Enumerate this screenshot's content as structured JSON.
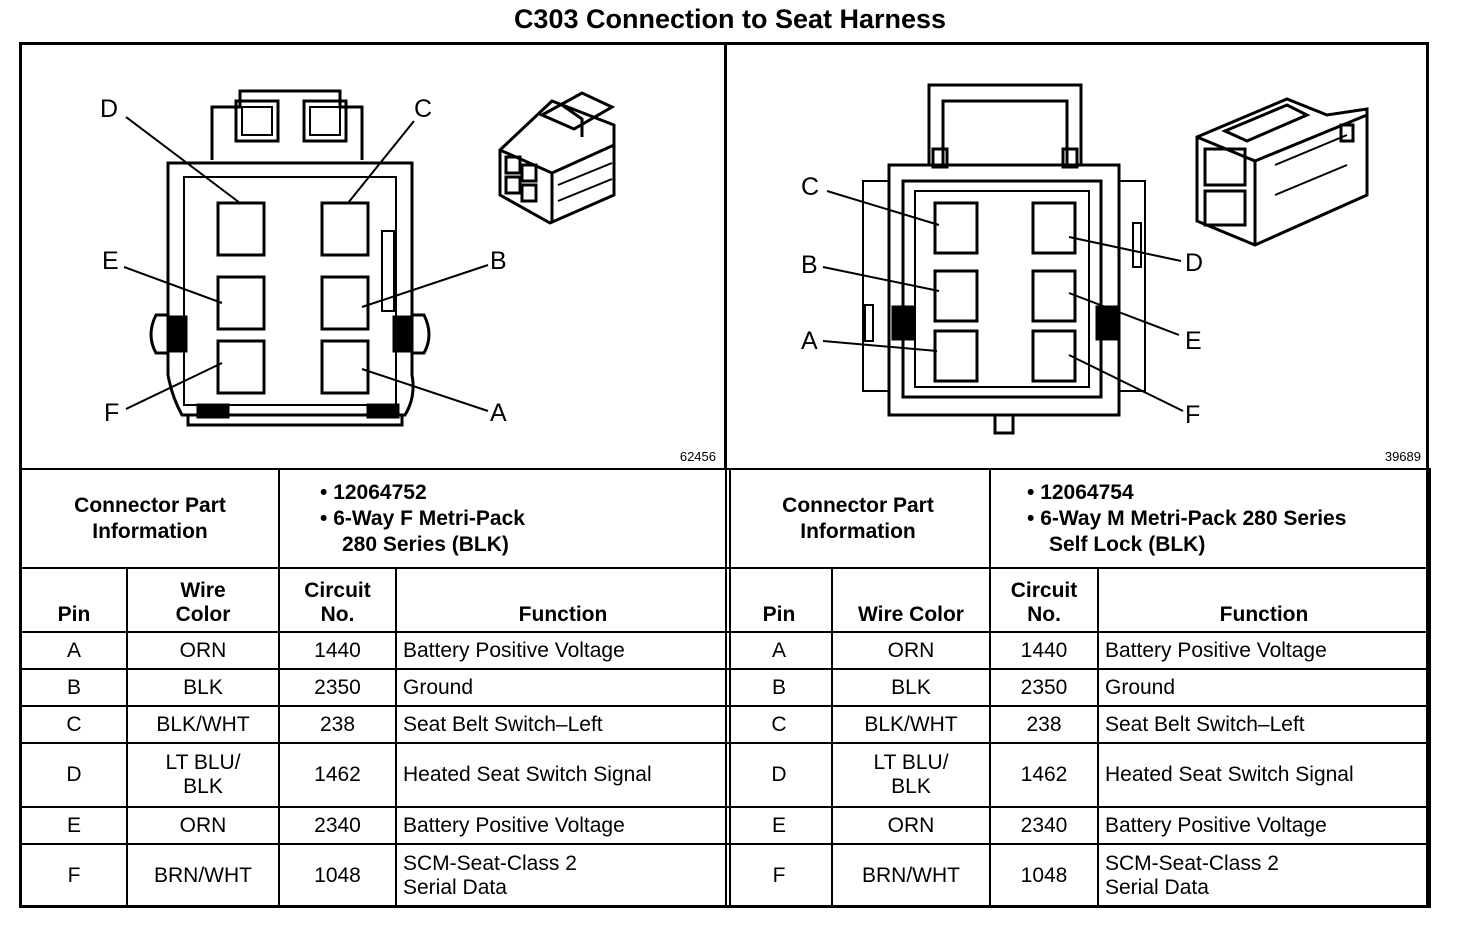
{
  "title": "C303 Connection to Seat Harness",
  "left": {
    "figure_number": "62456",
    "pin_labels": [
      "A",
      "B",
      "C",
      "D",
      "E",
      "F"
    ],
    "part_label_line1": "Connector Part",
    "part_label_line2": "Information",
    "part_number": "12064752",
    "part_desc_line1": "6-Way F Metri-Pack",
    "part_desc_line2": "280 Series (BLK)",
    "headers": {
      "pin": "Pin",
      "wire_line1": "Wire",
      "wire_line2": "Color",
      "circuit_line1": "Circuit",
      "circuit_line2": "No.",
      "function": "Function"
    },
    "rows": [
      {
        "pin": "A",
        "wire1": "ORN",
        "wire2": "",
        "circuit": "1440",
        "func1": "Battery Positive Voltage",
        "func2": ""
      },
      {
        "pin": "B",
        "wire1": "BLK",
        "wire2": "",
        "circuit": "2350",
        "func1": "Ground",
        "func2": ""
      },
      {
        "pin": "C",
        "wire1": "BLK/WHT",
        "wire2": "",
        "circuit": "238",
        "func1": "Seat Belt Switch–Left",
        "func2": ""
      },
      {
        "pin": "D",
        "wire1": "LT BLU/",
        "wire2": "BLK",
        "circuit": "1462",
        "func1": "Heated Seat Switch Signal",
        "func2": ""
      },
      {
        "pin": "E",
        "wire1": "ORN",
        "wire2": "",
        "circuit": "2340",
        "func1": "Battery Positive Voltage",
        "func2": ""
      },
      {
        "pin": "F",
        "wire1": "BRN/WHT",
        "wire2": "",
        "circuit": "1048",
        "func1": "SCM-Seat-Class 2",
        "func2": "Serial Data"
      }
    ]
  },
  "right": {
    "figure_number": "39689",
    "pin_labels": [
      "A",
      "B",
      "C",
      "D",
      "E",
      "F"
    ],
    "part_label_line1": "Connector Part",
    "part_label_line2": "Information",
    "part_number": "12064754",
    "part_desc_line1": "6-Way M Metri-Pack 280 Series",
    "part_desc_line2": "Self Lock (BLK)",
    "headers": {
      "pin": "Pin",
      "wire_line1": "Wire Color",
      "wire_line2": "",
      "circuit_line1": "Circuit",
      "circuit_line2": "No.",
      "function": "Function"
    },
    "rows": [
      {
        "pin": "A",
        "wire1": "ORN",
        "wire2": "",
        "circuit": "1440",
        "func1": "Battery Positive Voltage",
        "func2": ""
      },
      {
        "pin": "B",
        "wire1": "BLK",
        "wire2": "",
        "circuit": "2350",
        "func1": "Ground",
        "func2": ""
      },
      {
        "pin": "C",
        "wire1": "BLK/WHT",
        "wire2": "",
        "circuit": "238",
        "func1": "Seat Belt Switch–Left",
        "func2": ""
      },
      {
        "pin": "D",
        "wire1": "LT BLU/",
        "wire2": "BLK",
        "circuit": "1462",
        "func1": "Heated Seat Switch Signal",
        "func2": ""
      },
      {
        "pin": "E",
        "wire1": "ORN",
        "wire2": "",
        "circuit": "2340",
        "func1": "Battery Positive Voltage",
        "func2": ""
      },
      {
        "pin": "F",
        "wire1": "BRN/WHT",
        "wire2": "",
        "circuit": "1048",
        "func1": "SCM-Seat-Class 2",
        "func2": "Serial Data"
      }
    ]
  }
}
